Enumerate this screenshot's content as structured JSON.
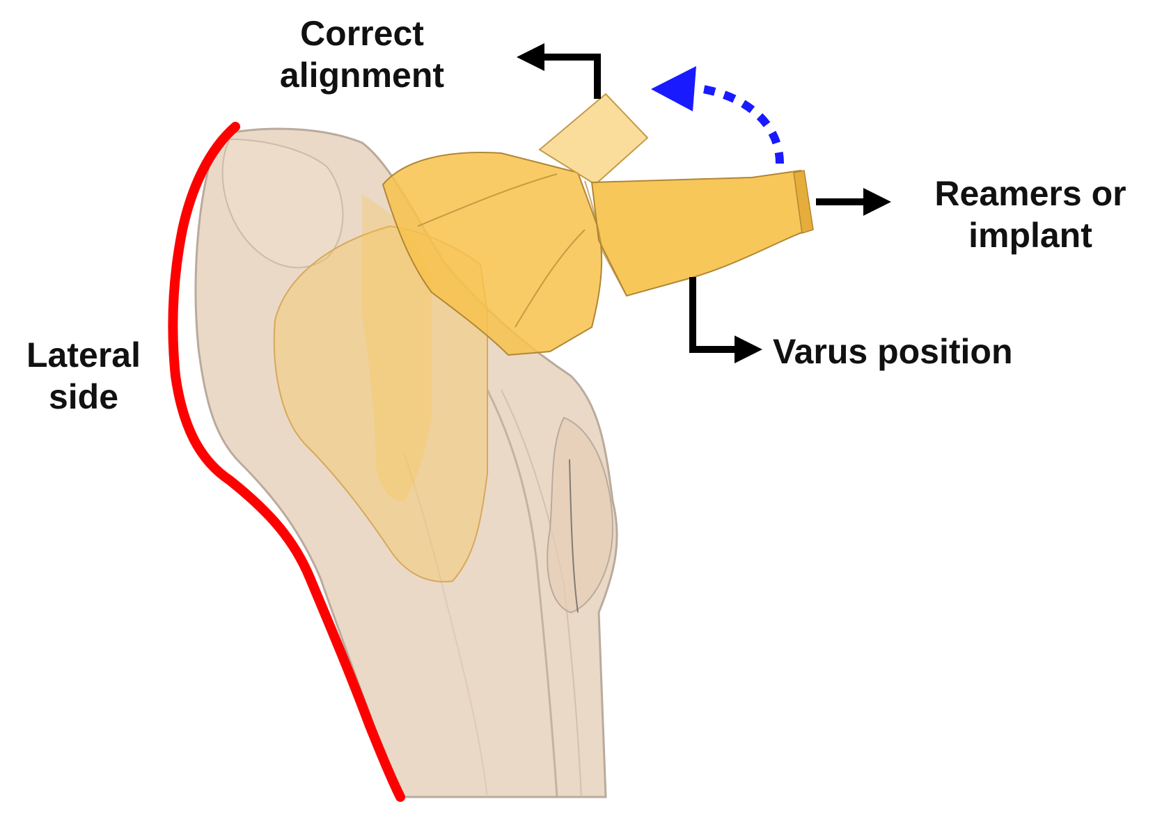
{
  "labels": {
    "correct_alignment": [
      "Correct",
      "alignment"
    ],
    "reamers_or_implant": [
      "Reamers or",
      "implant"
    ],
    "varus_position": "Varus position",
    "lateral_side": [
      "Lateral",
      "side"
    ]
  },
  "colors": {
    "background": "#ffffff",
    "bone": "#e8d2bd",
    "bone_outline": "#b9aa9c",
    "implant": "#f7c24c",
    "implant_edge": "#b08633",
    "lateral_line": "#ff0000",
    "arrow": "#000000",
    "rotation_arrow": "#1a1aff"
  },
  "icons": {
    "label_arrows": "arrow-right-icon",
    "rotation": "curved-dashed-arrow-icon"
  }
}
